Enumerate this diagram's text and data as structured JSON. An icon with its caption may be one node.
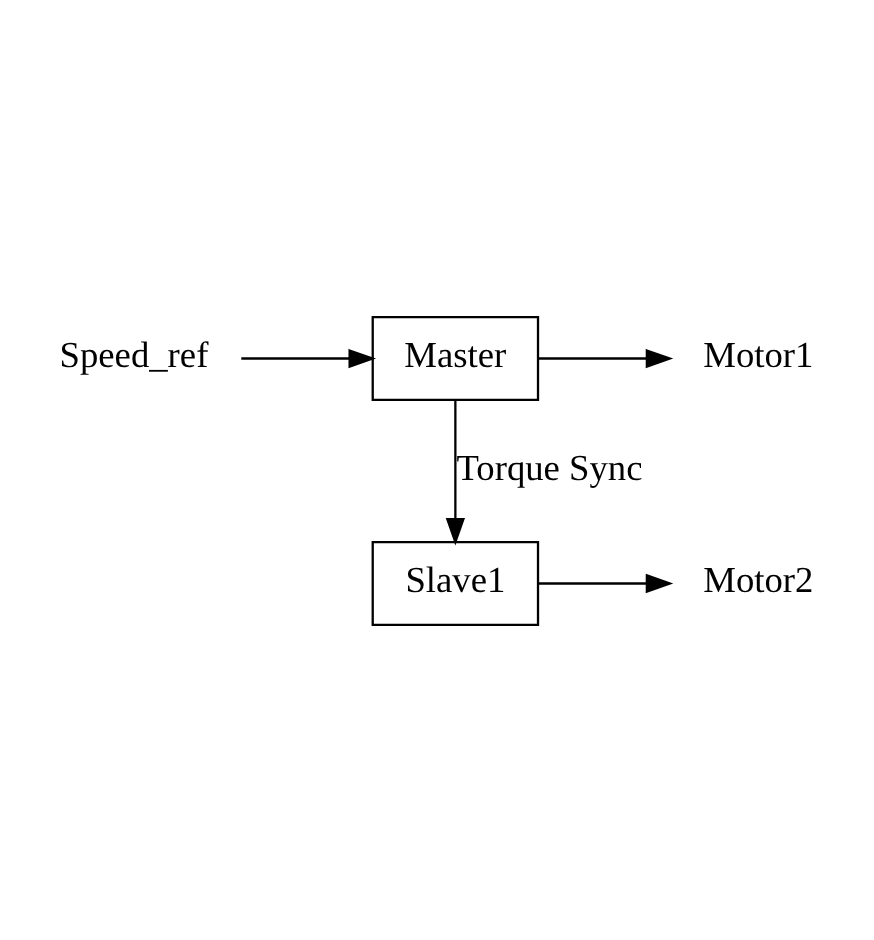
{
  "diagram": {
    "nodes": [
      {
        "text": [
          "Speed_ref"
        ]
      },
      {
        "text": [
          "Master"
        ]
      },
      {
        "text": [
          "Motor1"
        ]
      },
      {
        "text": [
          "Slave1"
        ]
      },
      {
        "text": [
          "Motor2"
        ]
      }
    ],
    "edges": [
      {
        "from": 0,
        "to": 1,
        "arrow": "to"
      },
      {
        "from": 1,
        "to": 2,
        "arrow": "to"
      },
      {
        "from": 1,
        "to": 3,
        "arrow": "to",
        "label": "Torque Sync"
      },
      {
        "from": 3,
        "to": 4,
        "arrow": "to"
      }
    ]
  }
}
